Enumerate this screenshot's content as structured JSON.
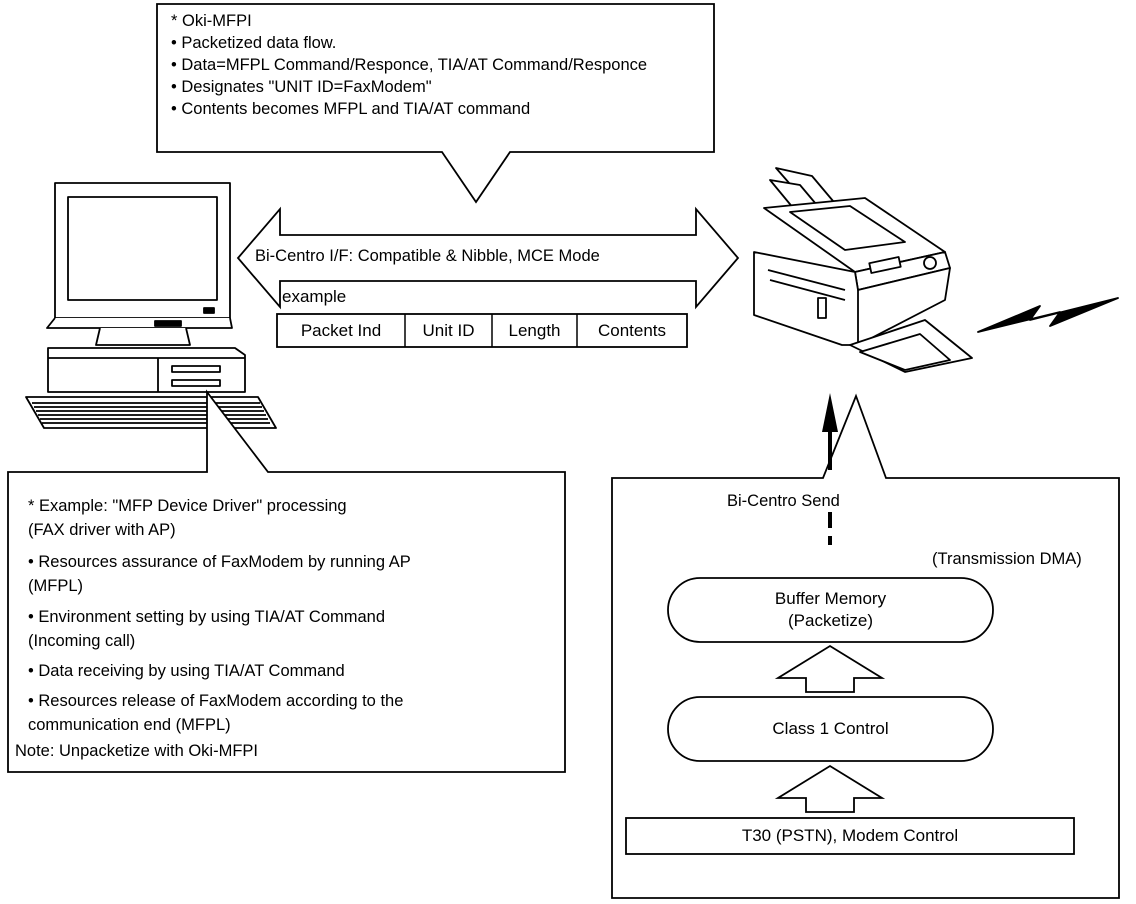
{
  "top_callout": {
    "lines": [
      "* Oki-MFPI",
      "• Packetized data flow.",
      "• Data=MFPL Command/Responce, TIA/AT Command/Responce",
      "• Designates \"UNIT ID=FaxModem\"",
      "• Contents becomes MFPL and TIA/AT command"
    ]
  },
  "interface_arrow": {
    "label": "Bi-Centro I/F: Compatible & Nibble, MCE Mode",
    "example_label": "example"
  },
  "packet_table": {
    "cells": [
      "Packet Ind",
      "Unit ID",
      "Length",
      "Contents"
    ]
  },
  "left_callout": {
    "lines": [
      "* Example: \"MFP Device Driver\" processing",
      "   (FAX driver with AP)",
      "• Resources assurance of FaxModem by running AP",
      "   (MFPL)",
      "• Environment setting by using TIA/AT Command",
      "   (Incoming call)",
      "• Data receiving by using TIA/AT Command",
      "• Resources release of FaxModem according to the",
      "   communication end (MFPL)",
      "Note: Unpacketize with Oki-MFPI"
    ]
  },
  "fax_process": {
    "send_label": "Bi-Centro Send",
    "dma_label": "(Transmission DMA)",
    "buffer_line1": "Buffer Memory",
    "buffer_line2": "(Packetize)",
    "class1_label": "Class 1 Control",
    "t30_label": "T30 (PSTN), Modem Control"
  }
}
